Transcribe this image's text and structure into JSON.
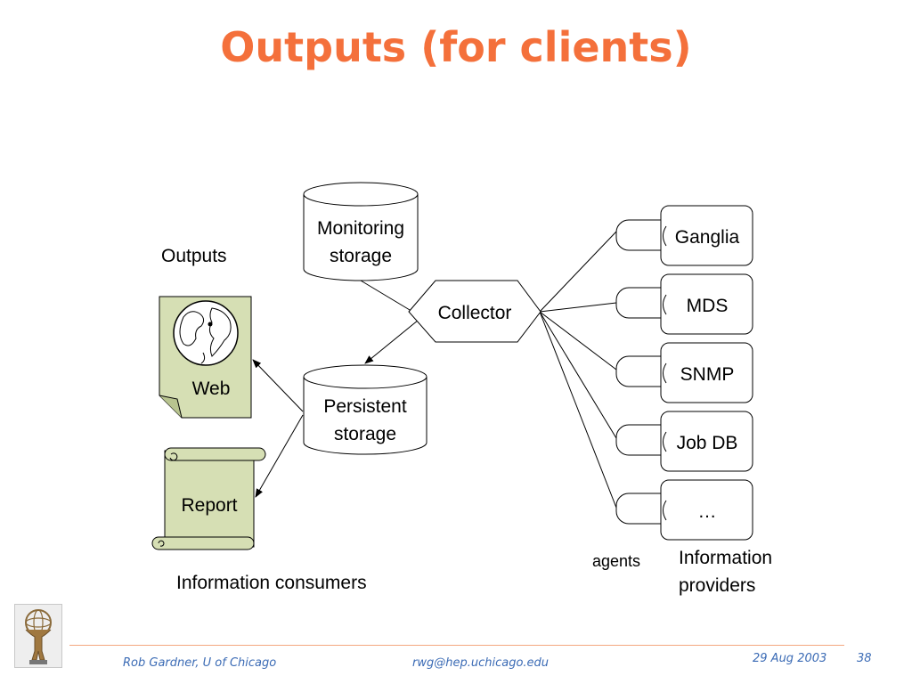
{
  "slide": {
    "title": "Outputs (for clients)"
  },
  "diagram": {
    "monitoring_storage": [
      "Monitoring",
      "storage"
    ],
    "collector": "Collector",
    "persistent_storage": [
      "Persistent",
      "storage"
    ],
    "outputs_label": "Outputs",
    "web": "Web",
    "report": "Report",
    "consumers_label": "Information consumers",
    "providers": [
      "Ganglia",
      "MDS",
      "SNMP",
      "Job DB",
      "…"
    ],
    "agents_label": "agents",
    "providers_label": [
      "Information",
      "providers"
    ]
  },
  "footer": {
    "author": "Rob Gardner, U of Chicago",
    "email": "rwg@hep.uchicago.edu",
    "date": "29 Aug 2003",
    "page": "38"
  },
  "colors": {
    "title": "#f4703b",
    "doc_fill": "#d6dfb4",
    "footer_text": "#3b6bb5",
    "footer_rule": "#f4a77f"
  }
}
